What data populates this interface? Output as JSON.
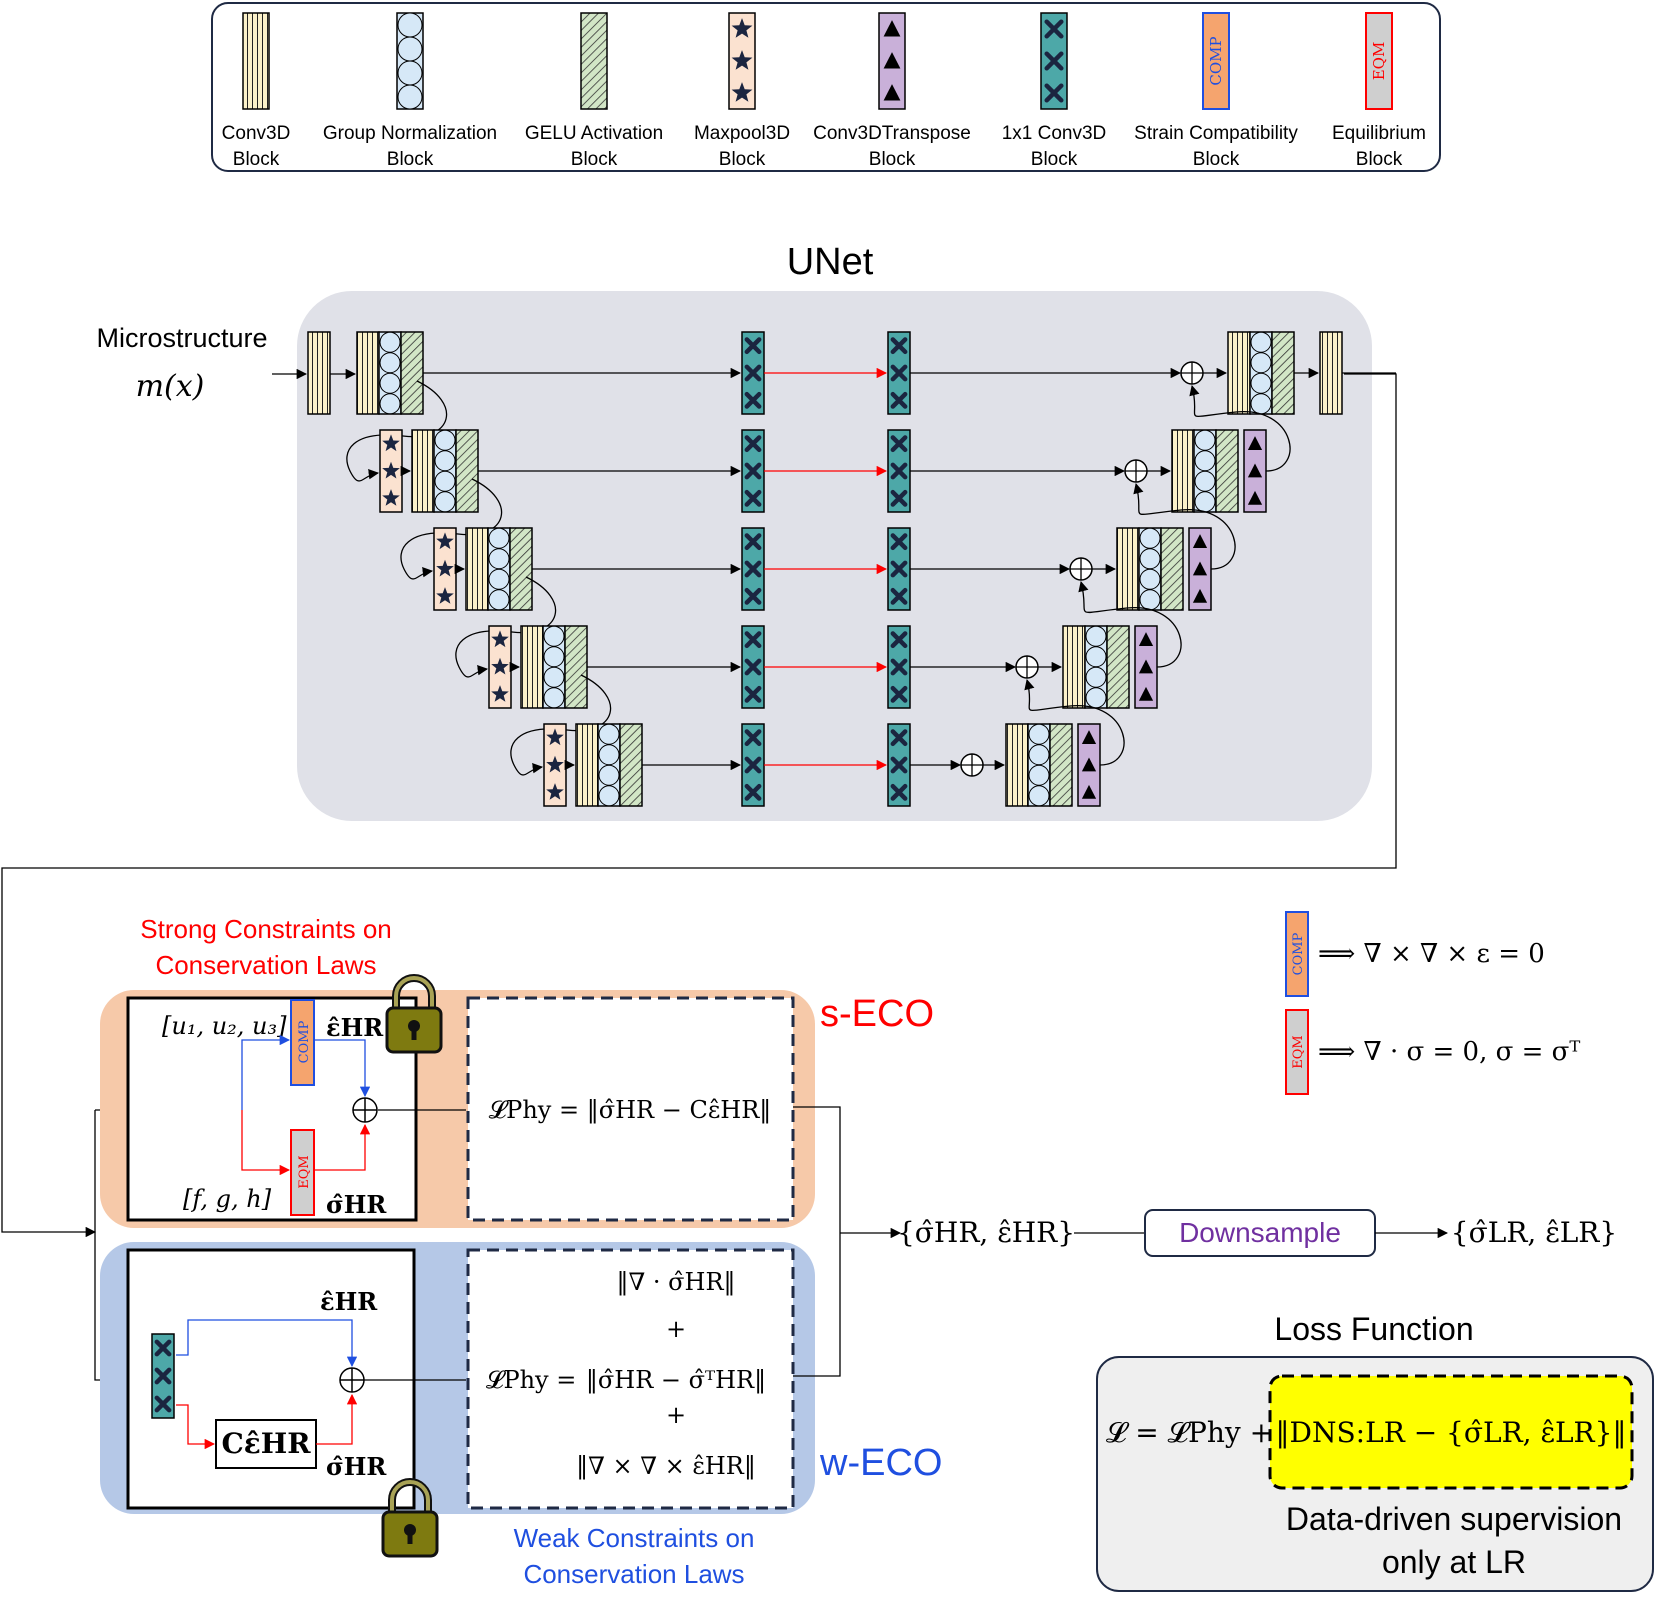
{
  "legend": {
    "items": [
      {
        "line1": "Conv3D",
        "line2": "Block"
      },
      {
        "line1": "Group Normalization",
        "line2": "Block"
      },
      {
        "line1": "GELU Activation",
        "line2": "Block"
      },
      {
        "line1": "Maxpool3D",
        "line2": "Block"
      },
      {
        "line1": "Conv3DTranspose",
        "line2": "Block"
      },
      {
        "line1": "1x1 Conv3D",
        "line2": "Block"
      },
      {
        "line1": "Strain Compatibility",
        "line2": "Block"
      },
      {
        "line1": "Equilibrium",
        "line2": "Block"
      }
    ]
  },
  "unet": {
    "title": "UNet",
    "input_label": "Microstructure",
    "input_math": "m(x)"
  },
  "block_tags": {
    "comp": "COMP",
    "eqm": "EQM"
  },
  "seco": {
    "caption_line1": "Strong Constraints on",
    "caption_line2": "Conservation Laws",
    "label": "s-ECO",
    "disp_vector": "[u₁, u₂, u₃]",
    "body_force": "[f, g, h]",
    "eps_hr": "ε̂HR",
    "sigma_hr": "σ̂HR",
    "loss": "𝓛Phy = ‖σ̂HR − Cε̂HR‖"
  },
  "weco": {
    "caption_line1": "Weak Constraints on",
    "caption_line2": "Conservation Laws",
    "label": "w-ECO",
    "eps_hr": "ε̂HR",
    "sigma_hr": "σ̂HR",
    "c_eps": "Cε̂HR",
    "loss_prefix": "𝓛Phy =",
    "term1": "‖∇ · σ̂HR‖",
    "plus": "+",
    "term2": "‖σ̂HR − σ̂ᵀHR‖",
    "term3": "‖∇ × ∇ × ε̂HR‖"
  },
  "constraints": {
    "comp_eq": "⟹  ∇ × ∇ × ε = 0",
    "eqm_eq": "⟹  ∇ · σ = 0, σ = σᵀ"
  },
  "output": {
    "hr_set": "{σ̂HR, ε̂HR}",
    "downsample": "Downsample",
    "lr_set": "{σ̂LR, ε̂LR}"
  },
  "loss_function": {
    "title": "Loss Function",
    "prefix": "𝓛 = 𝓛Phy +",
    "data_term": "‖DNS:LR − {σ̂LR, ε̂LR}‖",
    "note_line1": "Data-driven supervision",
    "note_line2": "only at LR"
  },
  "colors": {
    "conv": "#fbf1c9",
    "gn": "#d6e8f7",
    "gelu": "#d2e6c6",
    "maxpool": "#fbe2d0",
    "transpose": "#c9b0d9",
    "conv1x1": "#4da8a8",
    "comp": "#f5a46e",
    "eqm": "#cfcfcf",
    "unet_bg": "#e0e1e8",
    "seco_bg": "#f6c9a9",
    "weco_bg": "#b5c8e7",
    "red_text": "#ff0000",
    "blue_text": "#1f4fe0",
    "downsample_text": "#7030a0",
    "yellow": "#ffff00"
  }
}
